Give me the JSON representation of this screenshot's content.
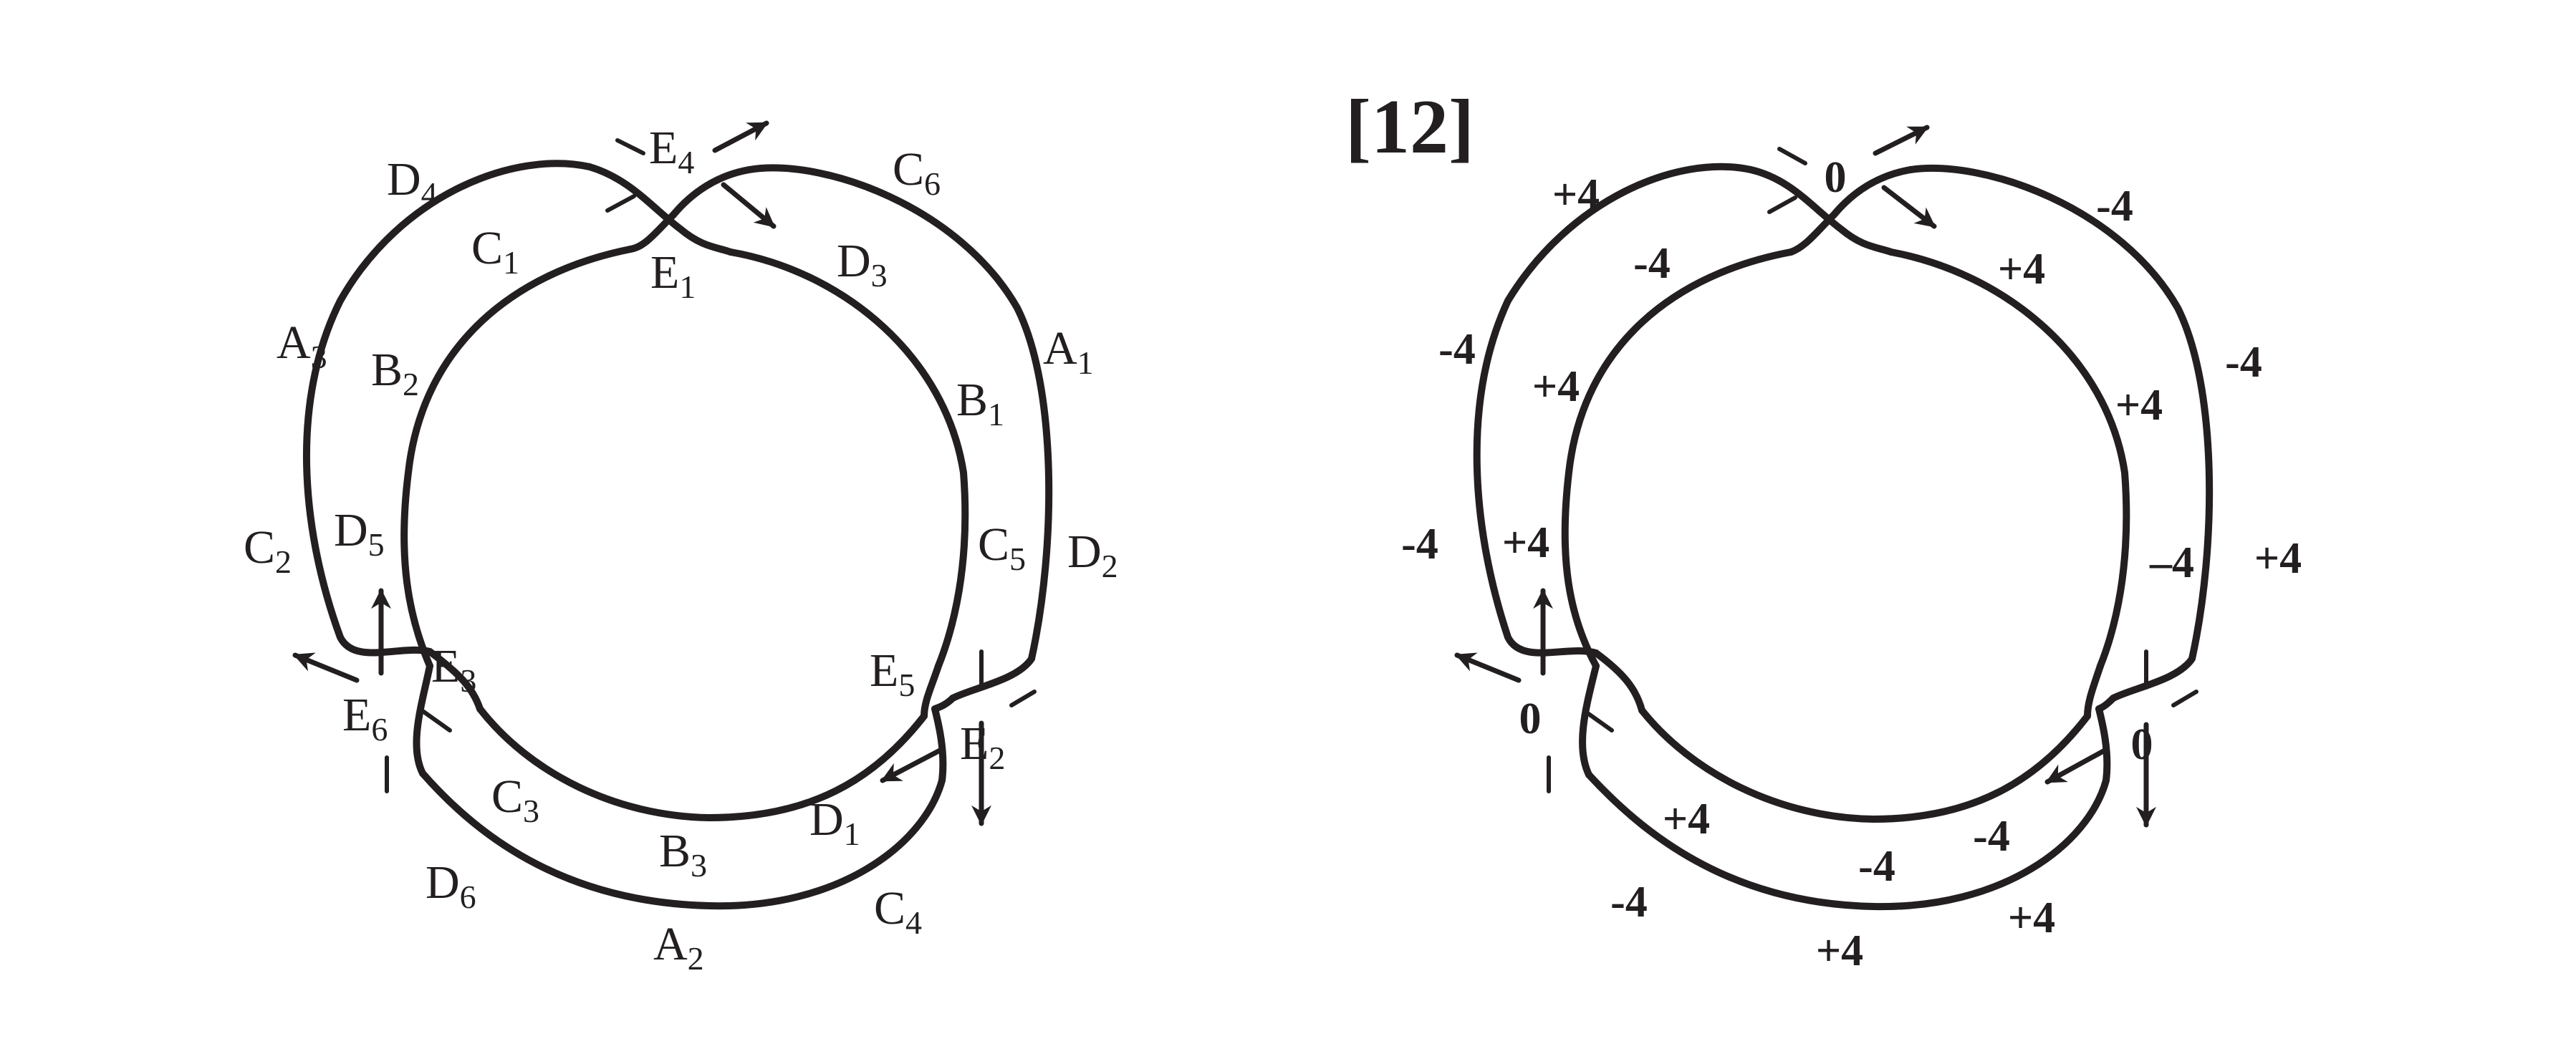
{
  "figure": {
    "title": "[12]",
    "left_labels": [
      {
        "id": "D4",
        "base": "D",
        "sub": "4"
      },
      {
        "id": "E4",
        "base": "E",
        "sub": "4"
      },
      {
        "id": "C6",
        "base": "C",
        "sub": "6"
      },
      {
        "id": "C1",
        "base": "C",
        "sub": "1"
      },
      {
        "id": "E1",
        "base": "E",
        "sub": "1"
      },
      {
        "id": "D3",
        "base": "D",
        "sub": "3"
      },
      {
        "id": "A3",
        "base": "A",
        "sub": "3"
      },
      {
        "id": "B2",
        "base": "B",
        "sub": "2"
      },
      {
        "id": "A1",
        "base": "A",
        "sub": "1"
      },
      {
        "id": "B1",
        "base": "B",
        "sub": "1"
      },
      {
        "id": "C2",
        "base": "C",
        "sub": "2"
      },
      {
        "id": "D5",
        "base": "D",
        "sub": "5"
      },
      {
        "id": "C5",
        "base": "C",
        "sub": "5"
      },
      {
        "id": "D2",
        "base": "D",
        "sub": "2"
      },
      {
        "id": "E3",
        "base": "E",
        "sub": "3"
      },
      {
        "id": "E5",
        "base": "E",
        "sub": "5"
      },
      {
        "id": "E6",
        "base": "E",
        "sub": "6"
      },
      {
        "id": "E2",
        "base": "E",
        "sub": "2"
      },
      {
        "id": "C3",
        "base": "C",
        "sub": "3"
      },
      {
        "id": "D1",
        "base": "D",
        "sub": "1"
      },
      {
        "id": "B3",
        "base": "B",
        "sub": "3"
      },
      {
        "id": "D6",
        "base": "D",
        "sub": "6"
      },
      {
        "id": "C4",
        "base": "C",
        "sub": "4"
      },
      {
        "id": "A2",
        "base": "A",
        "sub": "2"
      }
    ],
    "right_values": [
      {
        "id": "top_cross",
        "text": "0"
      },
      {
        "id": "upper_left_outer",
        "text": "+4"
      },
      {
        "id": "upper_left_inner",
        "text": "-4"
      },
      {
        "id": "upper_right_outer",
        "text": "-4"
      },
      {
        "id": "upper_right_inner",
        "text": "+4"
      },
      {
        "id": "left_mid_outer",
        "text": "-4"
      },
      {
        "id": "left_mid_inner",
        "text": "+4"
      },
      {
        "id": "right_mid_outer",
        "text": "-4"
      },
      {
        "id": "right_mid_inner",
        "text": "+4"
      },
      {
        "id": "left_low_outer",
        "text": "-4"
      },
      {
        "id": "left_low_inner",
        "text": "+4"
      },
      {
        "id": "right_low_inner",
        "text": "–4"
      },
      {
        "id": "right_low_outer",
        "text": "+4"
      },
      {
        "id": "left_cross",
        "text": "0"
      },
      {
        "id": "right_cross",
        "text": "0"
      },
      {
        "id": "bottom_left_inner",
        "text": "+4"
      },
      {
        "id": "bottom_mid_inner",
        "text": "-4"
      },
      {
        "id": "bottom_right_inner",
        "text": "-4"
      },
      {
        "id": "bottom_left_outer",
        "text": "-4"
      },
      {
        "id": "bottom_right_outer",
        "text": "+4"
      },
      {
        "id": "bottom_mid_outer",
        "text": "+4"
      }
    ]
  }
}
